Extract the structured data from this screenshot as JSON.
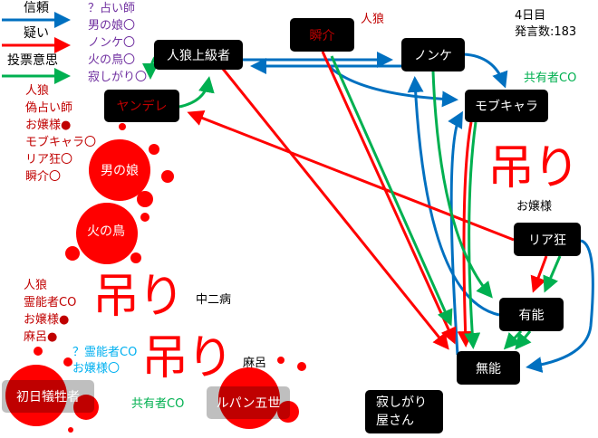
{
  "legend": {
    "trust": "信頼",
    "doubt": "疑い",
    "vote": "投票意思",
    "colors": {
      "trust": "#0070c0",
      "doubt": "#ff0000",
      "vote": "#00b050"
    }
  },
  "info": {
    "day": "4日目",
    "posts": "発言数:183"
  },
  "notes": {
    "seer_fake": [
      "？占い師",
      "男の娘〇",
      "ノンケ〇",
      "火の鳥〇",
      "寂しがり〇"
    ],
    "wolf_fake_seer": [
      "人狼",
      "偽占い師",
      "お嬢様●",
      "モブキャラ〇",
      "リア狂〇",
      "瞬介〇"
    ],
    "wolf_medium": [
      "人狼",
      "霊能者CO",
      "お嬢様●",
      "麻呂●"
    ],
    "maybe_medium": [
      "？霊能者CO",
      "お嬢様〇"
    ],
    "shunsuke_role": "人狼",
    "mob_role": "共有者CO",
    "lupin_role": "共有者CO"
  },
  "nodes": {
    "jinro_jokyu": "人狼上級者",
    "shunsuke": "瞬介",
    "nonke": "ノンケ",
    "mob": "モブキャラ",
    "yandere": "ヤンデレ",
    "otokonoko": "男の娘",
    "hinotori": "火の鳥",
    "riakyo": "リア狂",
    "yuno": "有能",
    "muno": "無能",
    "shonichi": "初日犠牲者",
    "lupin": "ルパン五世",
    "sabishigari": "寂しがり屋さん"
  },
  "hanged": {
    "mark": "吊り",
    "chuni": "中二病",
    "maro": "麻呂",
    "ojosama": "お嬢様"
  }
}
